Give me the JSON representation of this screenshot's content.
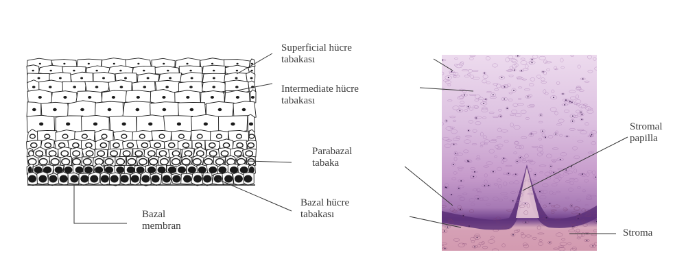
{
  "labels": {
    "superficial_line1": "Superficial hücre",
    "superficial_line2": "tabakası",
    "intermediate_line1": "Intermediate hücre",
    "intermediate_line2": "tabakası",
    "parabazal_line1": "Parabazal",
    "parabazal_line2": "tabaka",
    "bazal_line1": "Bazal hücre",
    "bazal_line2": "tabakası",
    "bazal_membran_line1": "Bazal",
    "bazal_membran_line2": "membran",
    "stromal_line1": "Stromal",
    "stromal_line2": "papilla",
    "stroma": "Stroma"
  },
  "colors": {
    "ink": "#1a1a1a",
    "label_text": "#3a3a3a",
    "histology_top": "#e9d3ea",
    "histology_mid": "#c9a2cc",
    "histology_basal": "#6a3d86",
    "stroma": "#d9a4b6"
  }
}
